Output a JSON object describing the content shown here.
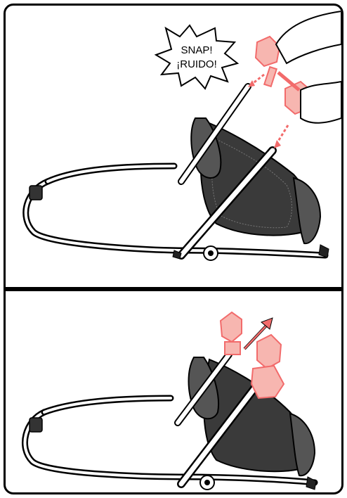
{
  "callout": {
    "line1": "SNAP!",
    "line2": "¡RUIDO!"
  },
  "colors": {
    "ink": "#000000",
    "highlight": "#f26b6b",
    "highlight_fill": "#f7b6b0",
    "mesh": "#3a3a3a",
    "background": "#ffffff"
  },
  "panels": [
    {
      "name": "attach-step",
      "arrow_direction": "down-into-tubes"
    },
    {
      "name": "release-step",
      "arrow_direction": "up-out-of-tubes"
    }
  ]
}
